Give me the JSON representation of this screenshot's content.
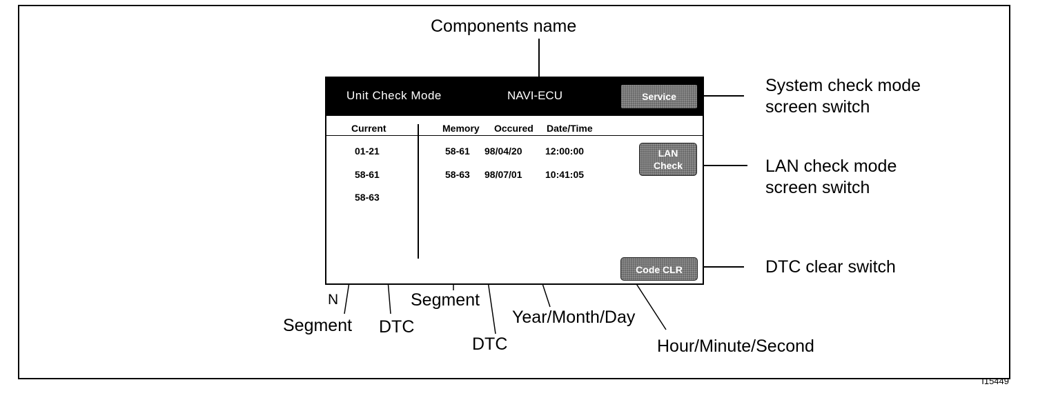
{
  "screen": {
    "mode_title": "Unit Check Mode",
    "component": "NAVI-ECU",
    "service_button": "Service",
    "lan_button_line1": "LAN",
    "lan_button_line2": "Check",
    "clear_button": "Code CLR",
    "col_current": "Current",
    "col_memory": "Memory",
    "col_occured": "Occured",
    "col_datetime": "Date/Time",
    "current_codes": [
      "01-21",
      "58-61",
      "58-63"
    ],
    "memory_rows": [
      {
        "code": "58-61",
        "date": "98/04/20",
        "time": "12:00:00"
      },
      {
        "code": "58-63",
        "date": "98/07/01",
        "time": "10:41:05"
      }
    ]
  },
  "callouts": {
    "components_name": "Components name",
    "system_check_l1": "System check mode",
    "system_check_l2": "screen switch",
    "lan_check_l1": "LAN check mode",
    "lan_check_l2": "screen switch",
    "dtc_clear": "DTC clear switch",
    "n_mark": "N",
    "segment_left": "Segment",
    "dtc_left": "DTC",
    "segment_mid": "Segment",
    "dtc_mid": "DTC",
    "ymd": "Year/Month/Day",
    "hms": "Hour/Minute/Second"
  },
  "figure_id": "I15449"
}
